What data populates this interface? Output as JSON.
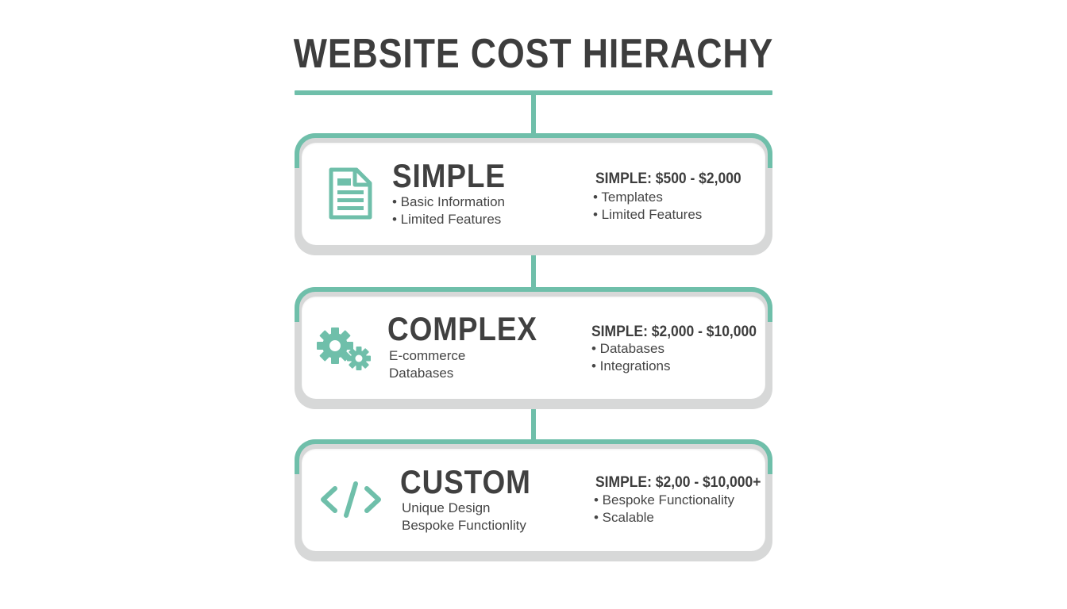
{
  "title": "WEBSITE COST HIERACHY",
  "colors": {
    "accent": "#6fbfaa",
    "card_frame": "#d7d8d8",
    "text": "#3d3d3d"
  },
  "tiers": [
    {
      "name": "SIMPLE",
      "icon": "document-icon",
      "features": [
        "• Basic Information",
        "• Limited Features"
      ],
      "price": "SIMPLE: $500 - $2,000",
      "price_items": [
        "• Templates",
        "• Limited Features"
      ]
    },
    {
      "name": "COMPLEX",
      "icon": "gears-icon",
      "features": [
        "E-commerce",
        "Databases"
      ],
      "price": "SIMPLE: $2,000 - $10,000",
      "price_items": [
        "• Databases",
        "• Integrations"
      ]
    },
    {
      "name": "CUSTOM",
      "icon": "code-icon",
      "features": [
        "Unique Design",
        "Bespoke Functionlity"
      ],
      "price": "SIMPLE: $2,00 - $10,000+",
      "price_items": [
        "• Bespoke Functionality",
        "• Scalable"
      ]
    }
  ]
}
